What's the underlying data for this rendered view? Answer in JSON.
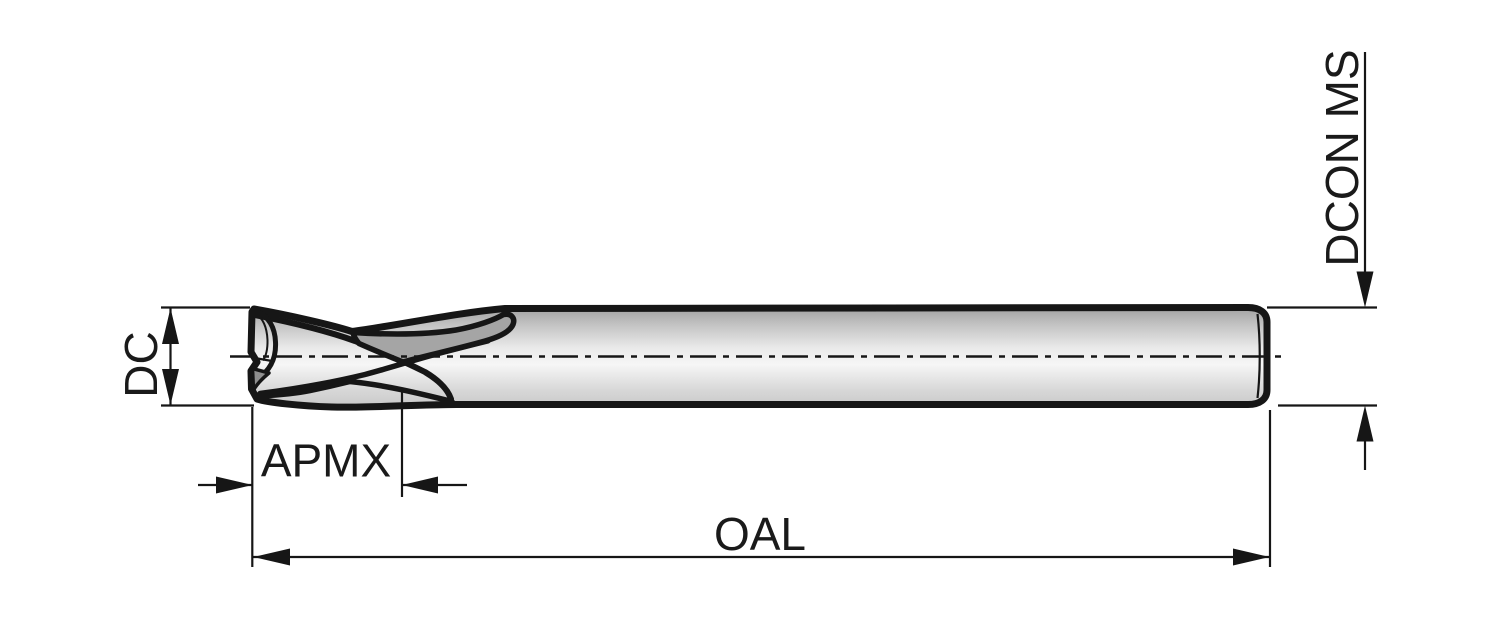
{
  "drawing": {
    "type": "technical-dimension-diagram",
    "subject": "two-flute end mill side view",
    "labels": {
      "dc": "DC",
      "apmx": "APMX",
      "oal": "OAL",
      "dcon": "DCON MS"
    },
    "colors": {
      "outline": "#161616",
      "text": "#1a1a1a",
      "flute_face": "#a5a5a5",
      "tip_face": "#8f8f8f",
      "body_light": "#f6f6f6",
      "body_dark": "#989898",
      "background": "#ffffff"
    }
  }
}
